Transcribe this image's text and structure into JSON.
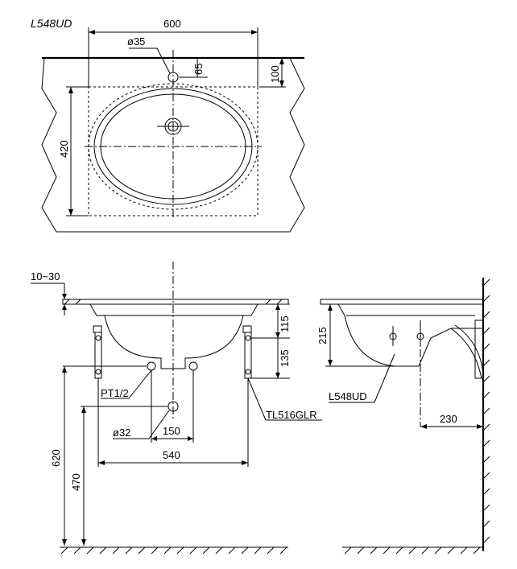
{
  "title": "L548UD",
  "top_view": {
    "width_dim": "600",
    "tap_hole_dim": "ø35",
    "offset_dim": "65",
    "edge_dim": "100",
    "depth_dim": "420"
  },
  "front_view": {
    "counter_dim": "10~30",
    "rim_dim": "115",
    "bowl_dim": "135",
    "supply_label": "PT1/2",
    "drain_dim": "ø32",
    "supply_spacing_dim": "150",
    "bracket_spacing_dim": "540",
    "supply_height_dim": "620",
    "drain_height_dim": "470",
    "bracket_label": "TL516GLR"
  },
  "side_view": {
    "height_dim": "215",
    "model_label": "L548UD",
    "projection_dim": "230"
  }
}
